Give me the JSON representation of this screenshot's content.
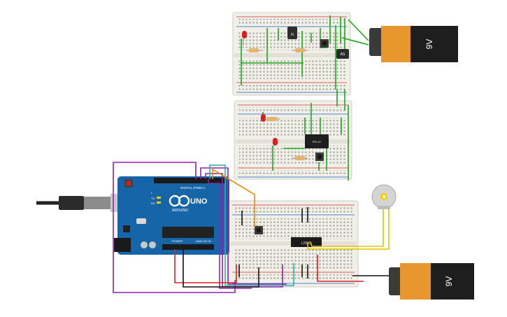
{
  "arduino": {
    "logo_text": "UNO",
    "brand_text": "ARDUINO",
    "digital_label": "DIGITAL (PWM~)",
    "power_label": "POWER",
    "analog_label": "ANALOG IN",
    "tx_label": "TX",
    "rx_label": "RX",
    "l_label": "L"
  },
  "batteries": [
    {
      "label": "9V"
    },
    {
      "label": "9V"
    }
  ],
  "chips": {
    "driver_label": "L293D",
    "relay_label": "RELAY",
    "transistor_label": "N",
    "sensor_label": "AS"
  },
  "colors": {
    "board": "#1565a8",
    "breadboard": "#f0efe8",
    "rail_red": "#d32f2f",
    "rail_blue": "#1e63c6",
    "wire_green": "#1ea81e",
    "wire_purple": "#8e24aa",
    "wire_red": "#e02020",
    "wire_black": "#111111",
    "wire_orange": "#f08a00",
    "wire_yellow": "#e8c200",
    "wire_teal": "#2ab0a8",
    "battery_orange": "#e8962e"
  }
}
